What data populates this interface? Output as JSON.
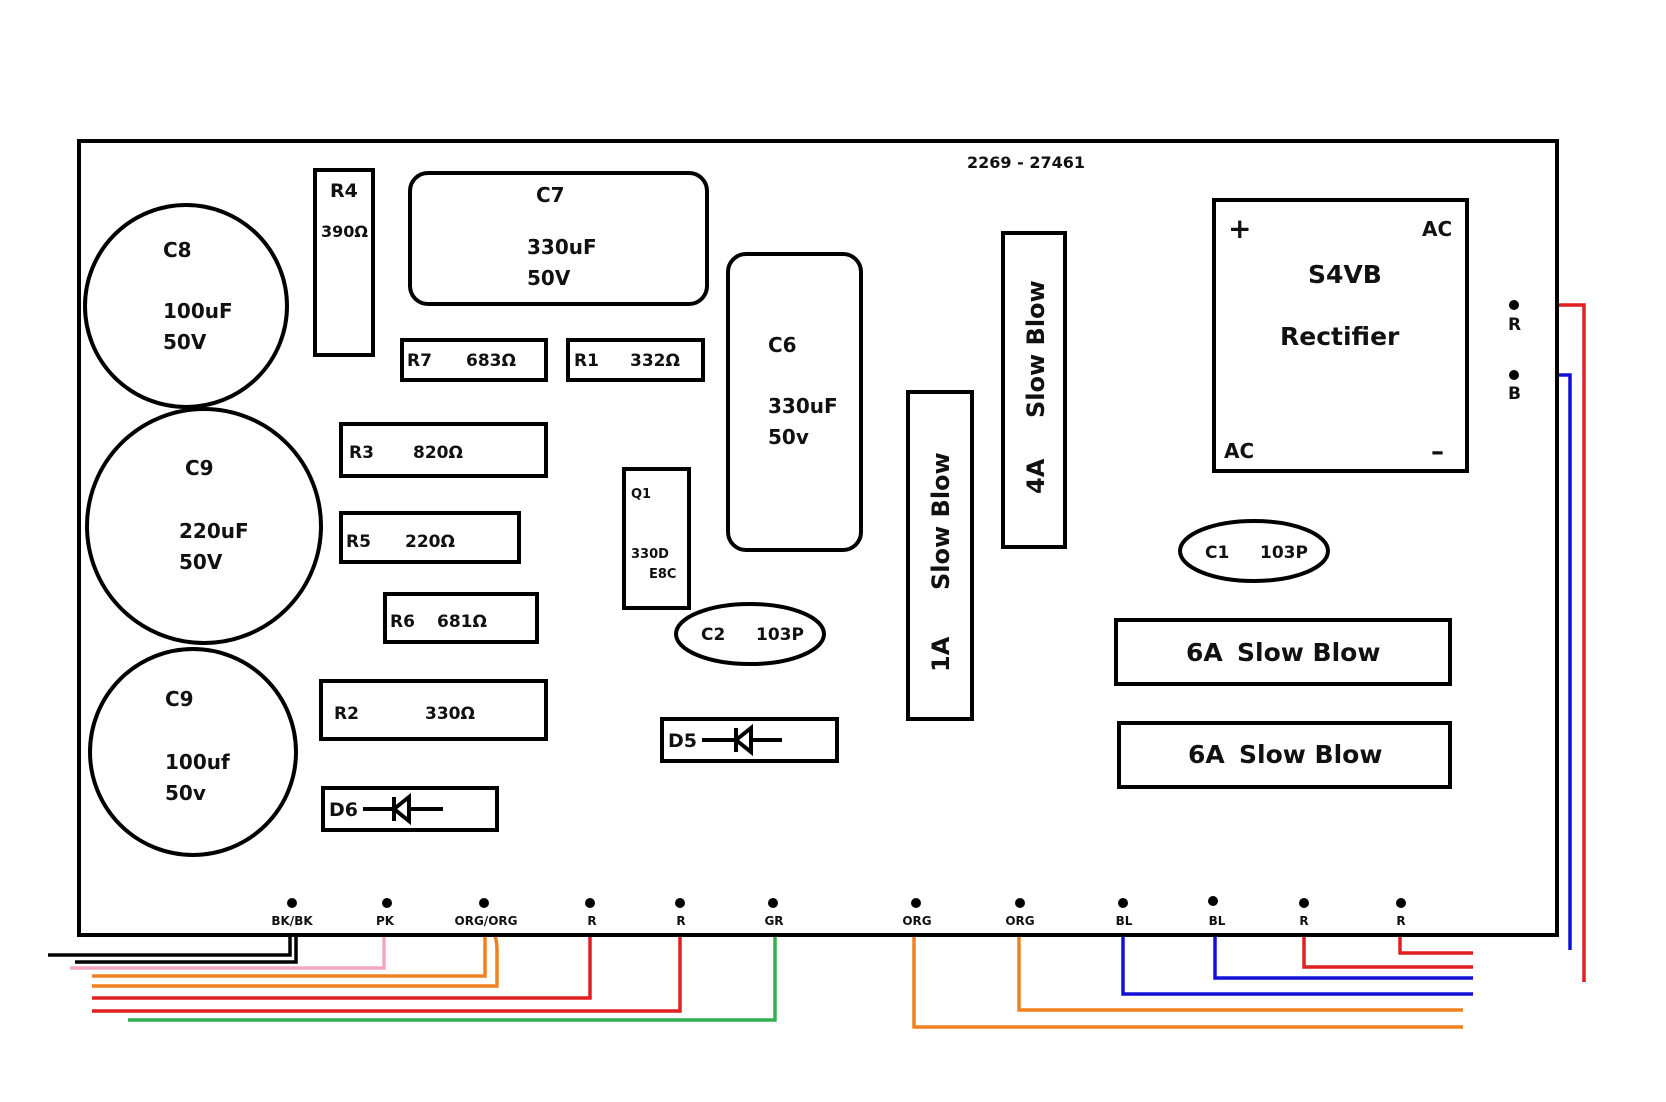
{
  "board": {
    "part_number": "2269 - 27461"
  },
  "capacitors": {
    "c8": {
      "name": "C8",
      "value": "100uF",
      "voltage": "50V"
    },
    "c9_top": {
      "name": "C9",
      "value": "220uF",
      "voltage": "50V"
    },
    "c9_bottom": {
      "name": "C9",
      "value": "100uf",
      "voltage": "50v"
    },
    "c7": {
      "name": "C7",
      "value": "330uF",
      "voltage": "50V"
    },
    "c6": {
      "name": "C6",
      "value": "330uF",
      "voltage": "50v"
    },
    "c2": {
      "name": "C2",
      "value": "103P"
    },
    "c1": {
      "name": "C1",
      "value": "103P"
    }
  },
  "resistors": {
    "r4": {
      "name": "R4",
      "value": "390Ω"
    },
    "r7": {
      "name": "R7",
      "value": "683Ω"
    },
    "r1": {
      "name": "R1",
      "value": "332Ω"
    },
    "r3": {
      "name": "R3",
      "value": "820Ω"
    },
    "r5": {
      "name": "R5",
      "value": "220Ω"
    },
    "r6": {
      "name": "R6",
      "value": "681Ω"
    },
    "r2": {
      "name": "R2",
      "value": "330Ω"
    }
  },
  "transistor": {
    "name": "Q1",
    "code1": "330D",
    "code2": "E8C"
  },
  "diodes": {
    "d5": "D5",
    "d6": "D6"
  },
  "fuses": {
    "f1": {
      "rating": "1A",
      "type": "Slow Blow"
    },
    "f2": {
      "rating": "4A",
      "type": "Slow Blow"
    },
    "f3": {
      "rating": "6A",
      "type": "Slow Blow"
    },
    "f4": {
      "rating": "6A",
      "type": "Slow Blow"
    }
  },
  "rectifier": {
    "model": "S4VB",
    "type": "Rectifier",
    "plus": "+",
    "minus": "–",
    "ac_top": "AC",
    "ac_bottom": "AC"
  },
  "side_terminals": [
    {
      "label": "R",
      "color": "#e02020"
    },
    {
      "label": "B",
      "color": "#1010d8"
    }
  ],
  "bottom_terminals": [
    {
      "label": "BK/BK",
      "color": "#000000"
    },
    {
      "label": "PK",
      "color": "#f4a8c0"
    },
    {
      "label": "ORG/ORG",
      "color": "#f08020"
    },
    {
      "label": "R",
      "color": "#e02020"
    },
    {
      "label": "R",
      "color": "#e02020"
    },
    {
      "label": "GR",
      "color": "#30b050"
    },
    {
      "label": "ORG",
      "color": "#f08020"
    },
    {
      "label": "ORG",
      "color": "#f08020"
    },
    {
      "label": "BL",
      "color": "#1010d8"
    },
    {
      "label": "BL",
      "color": "#1010d8"
    },
    {
      "label": "R",
      "color": "#e02020"
    },
    {
      "label": "R",
      "color": "#e02020"
    }
  ]
}
